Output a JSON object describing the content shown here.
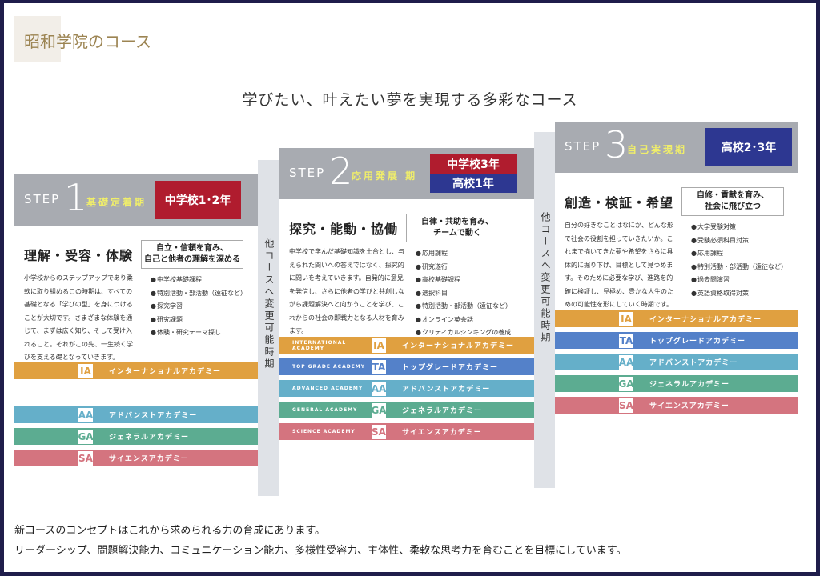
{
  "page_title": "昭和学院のコース",
  "headline": "学びたい、叶えたい夢を実現する多彩なコース",
  "colors": {
    "IA": "#e0a040",
    "TA": "#5481c9",
    "AA": "#65afc9",
    "GA": "#5cac91",
    "SA": "#d4747f",
    "junior": "#b01c2e",
    "senior": "#2d3791",
    "header": "#a8abb1"
  },
  "change_note": "他コースへ変更可能時期",
  "steps": [
    {
      "step": "STEP",
      "num": "1",
      "period": "基礎定着期",
      "grades": [
        "中学校1･2年"
      ],
      "heading": "理解・受容・体験",
      "motto": [
        "自立・信頼を育み、",
        "自己と他者の理解を深める"
      ],
      "desc": "小学校からのステップアップであり柔軟に取り組めるこの時期は、すべての基礎となる「学びの型」を身につけることが大切です。さまざまな体験を通じて、まずは広く知り、そして受け入れること。それがこの先、一生続く学びを支える礎となっていきます。",
      "items": [
        "中学校基礎課程",
        "特別活動・部活動（遠征など）",
        "探究学習",
        "研究課題",
        "体験・研究テーマ探し"
      ],
      "bands": [
        {
          "abbr": "IA",
          "en": "",
          "jp": "インターナショナルアカデミー"
        },
        {
          "abbr": "AA",
          "en": "",
          "jp": "アドバンストアカデミー"
        },
        {
          "abbr": "GA",
          "en": "",
          "jp": "ジェネラルアカデミー"
        },
        {
          "abbr": "SA",
          "en": "",
          "jp": "サイエンスアカデミー"
        }
      ]
    },
    {
      "step": "STEP",
      "num": "2",
      "period": "応用発展 期",
      "grades": [
        "中学校3年",
        "高校1年"
      ],
      "heading": "探究・能動・協働",
      "motto": [
        "自律・共助を育み、",
        "チームで動く"
      ],
      "desc": "中学校で学んだ基礎知識を土台とし、与えられた問いへの答えではなく、探究的に問いを考えていきます。自発的に意見を発信し、さらに他者の学びと共創しながら課題解決へと向かうことを学び、これからの社会の即戦力となる人材を育みます。",
      "items": [
        "応用課程",
        "研究遂行",
        "高校基礎課程",
        "選択科目",
        "特別活動・部活動（遠征など）",
        "オンライン英会話",
        "クリティカルシンキングの養成"
      ],
      "bands": [
        {
          "abbr": "IA",
          "en": "INTERNATIONAL ACADEMY",
          "jp": "インターナショナルアカデミー"
        },
        {
          "abbr": "TA",
          "en": "TOP GRADE ACADEMY",
          "jp": "トップグレードアカデミー"
        },
        {
          "abbr": "AA",
          "en": "ADVANCED ACADEMY",
          "jp": "アドバンストアカデミー"
        },
        {
          "abbr": "GA",
          "en": "GENERAL ACADEMY",
          "jp": "ジェネラルアカデミー"
        },
        {
          "abbr": "SA",
          "en": "SCIENCE ACADEMY",
          "jp": "サイエンスアカデミー"
        }
      ]
    },
    {
      "step": "STEP",
      "num": "3",
      "period": "自己実現期",
      "grades": [
        "高校2･3年"
      ],
      "heading": "創造・検証・希望",
      "motto": [
        "自修・貢献を育み、",
        "社会に飛び立つ"
      ],
      "desc": "自分の好きなことはなにか、どんな形で社会の役割を担っていきたいか。これまで描いてきた夢や希望をさらに具体的に掘り下げ、目標として見つめます。そのために必要な学び、進路を的確に検証し、見極め、豊かな人生のための可能性を形にしていく時期です。",
      "items": [
        "大学受験対策",
        "受験必須科目対策",
        "応用課程",
        "特別活動・部活動（遠征など）",
        "過去問演習",
        "英語資格取得対策"
      ],
      "bands": [
        {
          "abbr": "IA",
          "en": "",
          "jp": "インターナショナルアカデミー"
        },
        {
          "abbr": "TA",
          "en": "",
          "jp": "トップグレードアカデミー"
        },
        {
          "abbr": "AA",
          "en": "",
          "jp": "アドバンストアカデミー"
        },
        {
          "abbr": "GA",
          "en": "",
          "jp": "ジェネラルアカデミー"
        },
        {
          "abbr": "SA",
          "en": "",
          "jp": "サイエンスアカデミー"
        }
      ]
    }
  ],
  "footer": [
    "新コースのコンセプトはこれから求められる力の育成にあります。",
    "リーダーシップ、問題解決能力、コミュニケーション能力、多様性受容力、主体性、柔軟な思考力を育むことを目標にしています。"
  ]
}
